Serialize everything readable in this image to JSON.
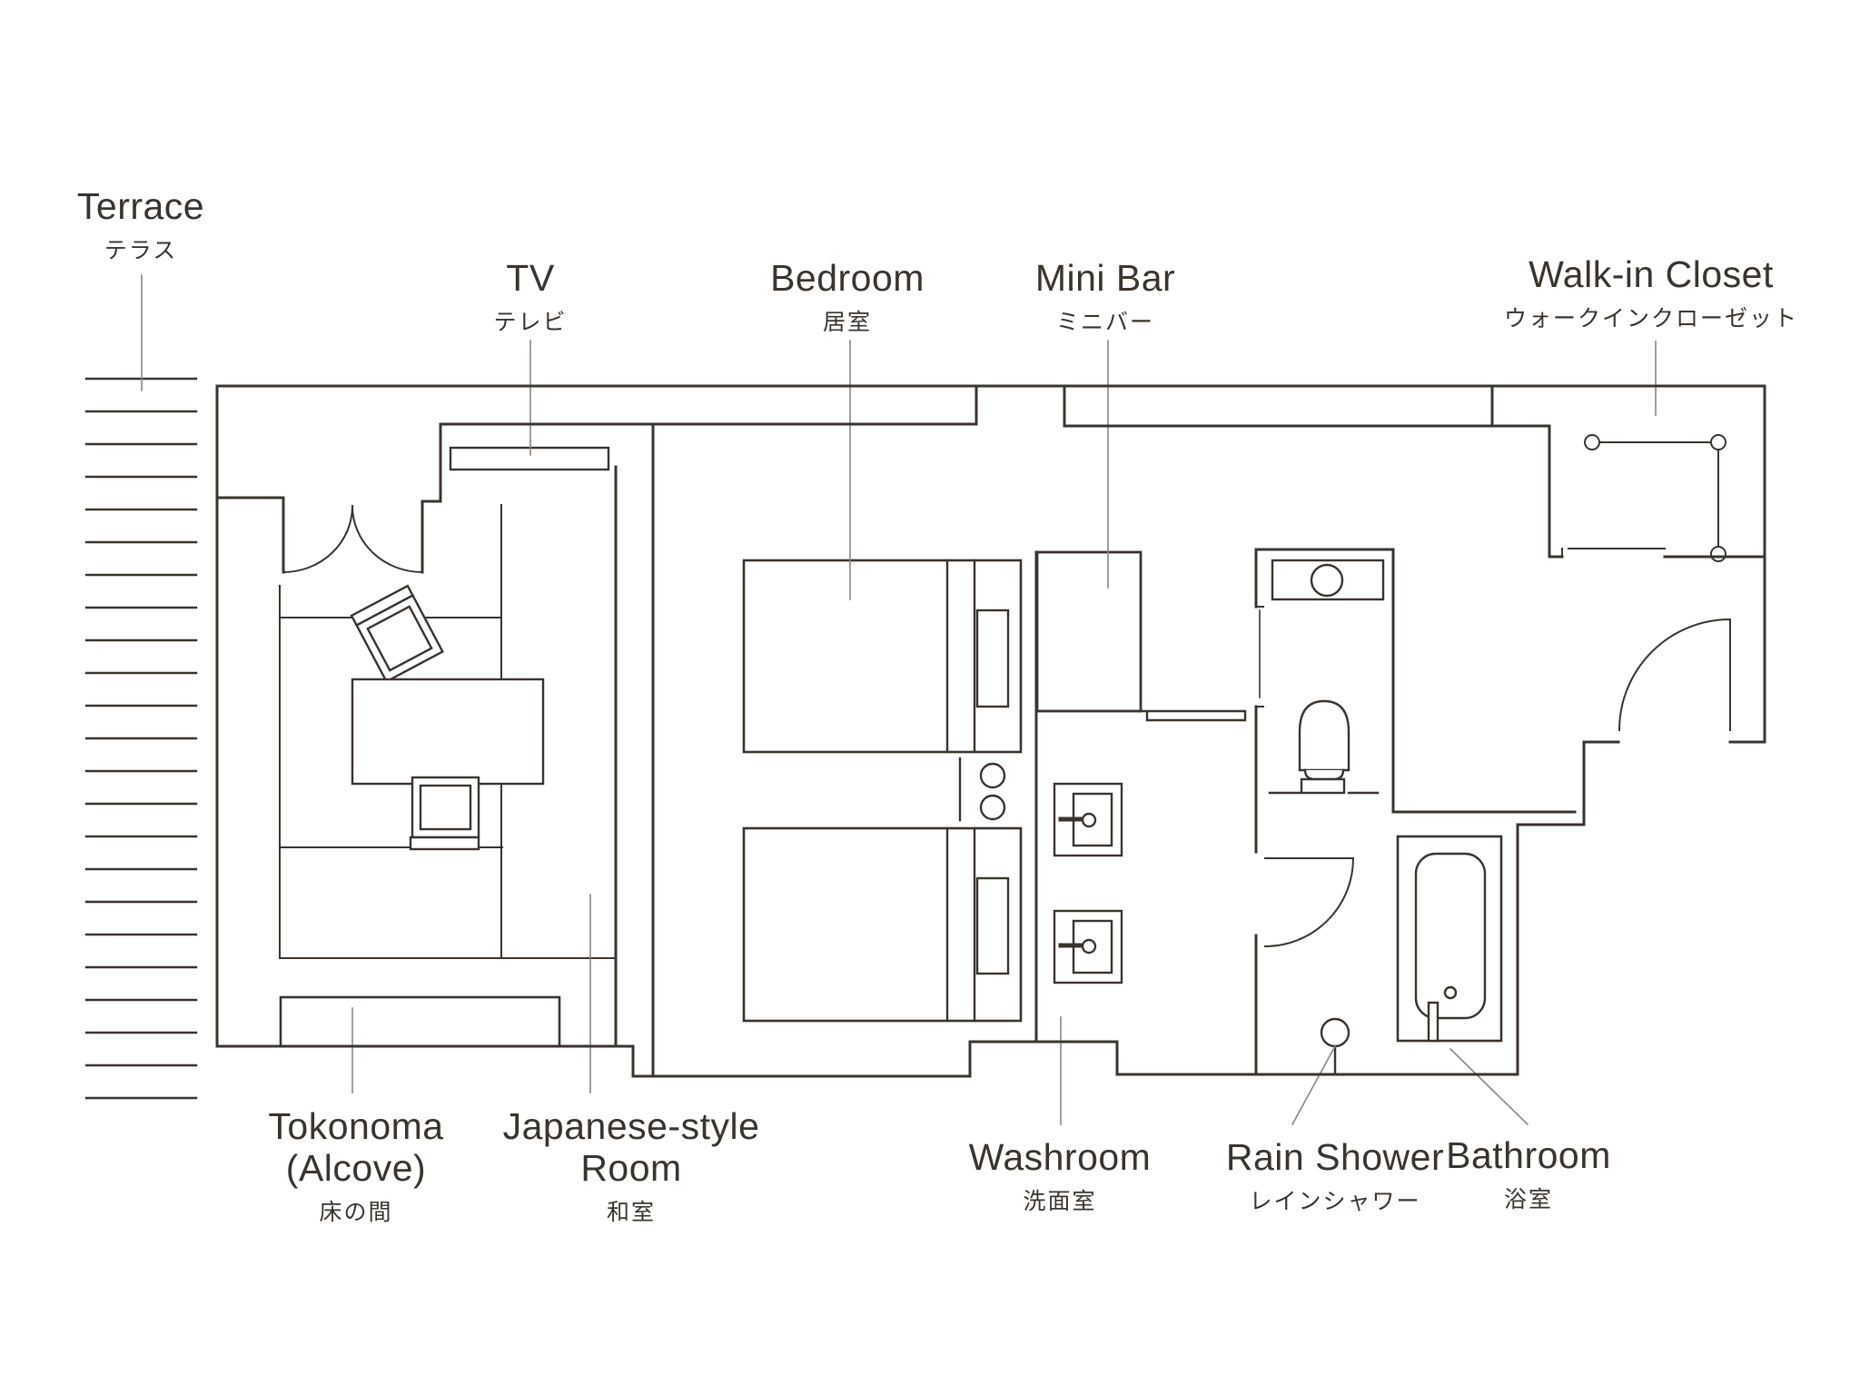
{
  "title": "Guest room floor plan",
  "colors": {
    "background": "#ffffff",
    "line": "#3a342e",
    "leader": "#8c857d",
    "text": "#3a342e"
  },
  "labels": {
    "terrace": {
      "en": "Terrace",
      "jp": "テラス"
    },
    "tv": {
      "en": "TV",
      "jp": "テレビ"
    },
    "bedroom": {
      "en": "Bedroom",
      "jp": "居室"
    },
    "minibar": {
      "en": "Mini Bar",
      "jp": "ミニバー"
    },
    "walkin": {
      "en": "Walk-in Closet",
      "jp": "ウォークインクローゼット"
    },
    "tokonoma": {
      "en": "Tokonoma",
      "en2": "(Alcove)",
      "jp": "床の間"
    },
    "jroom": {
      "en": "Japanese-style",
      "en2": "Room",
      "jp": "和室"
    },
    "washroom": {
      "en": "Washroom",
      "jp": "洗面室"
    },
    "rainshower": {
      "en": "Rain Shower",
      "jp": "レインシャワー"
    },
    "bathroom": {
      "en": "Bathroom",
      "jp": "浴室"
    }
  }
}
